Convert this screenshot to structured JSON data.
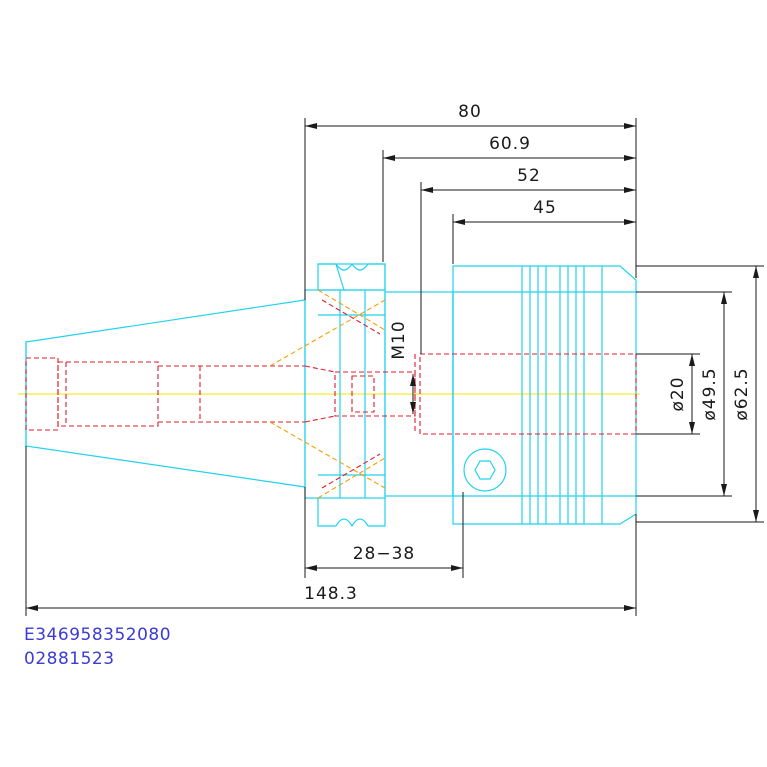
{
  "dimensions": {
    "length_80": "80",
    "length_60_9": "60.9",
    "length_52": "52",
    "length_45": "45",
    "thread_m10": "M10",
    "dia_20": "ø20",
    "dia_49_5": "ø49.5",
    "dia_62_5": "ø62.5",
    "range_28_38": "28−38",
    "total_148_3": "148.3"
  },
  "part_codes": {
    "code1": "E346958352080",
    "code2": "02881523"
  },
  "colors": {
    "outline": "#22d3ee",
    "hidden": "#e11d2e",
    "centerline": "#f5e300",
    "dimension": "#1a1a1a",
    "code_text": "#3b3bd6"
  }
}
